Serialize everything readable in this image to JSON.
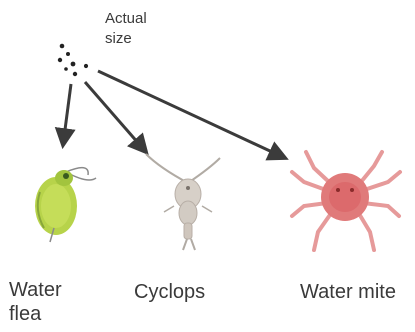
{
  "labels": {
    "actual_size_line1": "Actual",
    "actual_size_line2": "size",
    "water_flea_line1": "Water",
    "water_flea_line2": "flea",
    "cyclops": "Cyclops",
    "water_mite": "Water mite"
  },
  "organisms": [
    {
      "name": "water-flea",
      "color": "#b7d34a"
    },
    {
      "name": "cyclops",
      "color": "#cfc6bd"
    },
    {
      "name": "water-mite",
      "color": "#e07a7a"
    }
  ]
}
